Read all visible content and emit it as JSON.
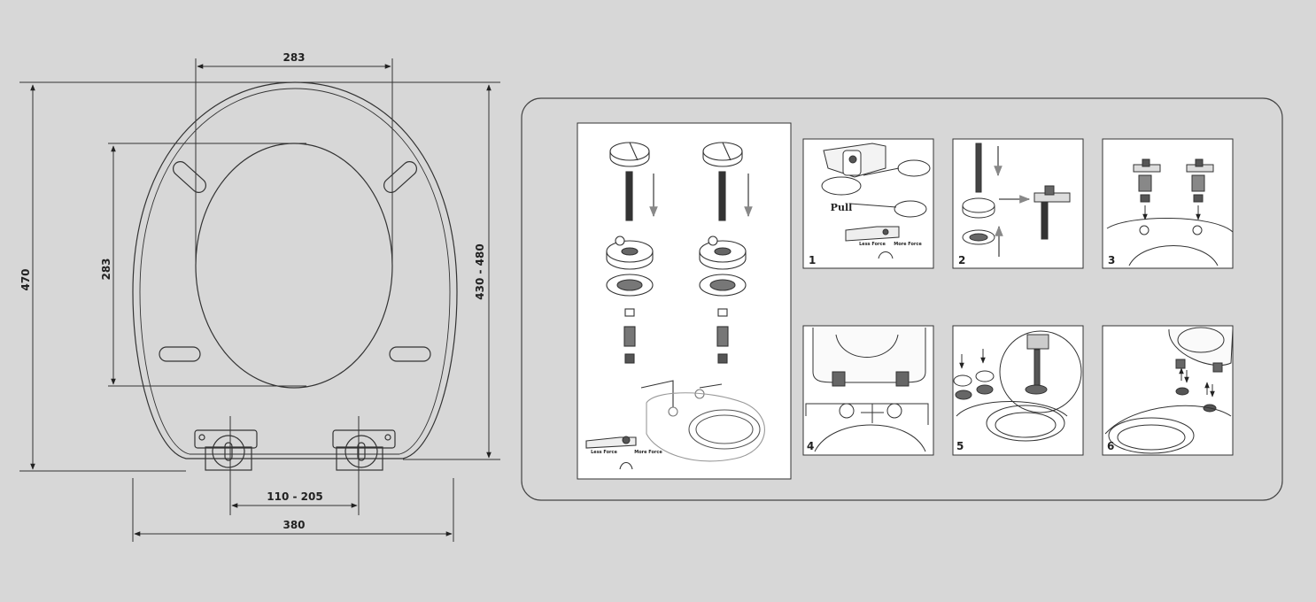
{
  "dimensions": {
    "top_width": "283",
    "inner_height": "283",
    "total_height": "470",
    "range_height": "430 - 480",
    "hinge_spacing": "110 - 205",
    "total_width": "380"
  },
  "install_panel": {
    "force_labels": {
      "less": "Less Force",
      "more": "More Force"
    },
    "pull_label": "Pull",
    "steps": [
      "1",
      "2",
      "3",
      "4",
      "5",
      "6"
    ]
  },
  "colors": {
    "background": "#d7d7d7",
    "line": "#333333",
    "panel_fill": "#ffffff"
  }
}
